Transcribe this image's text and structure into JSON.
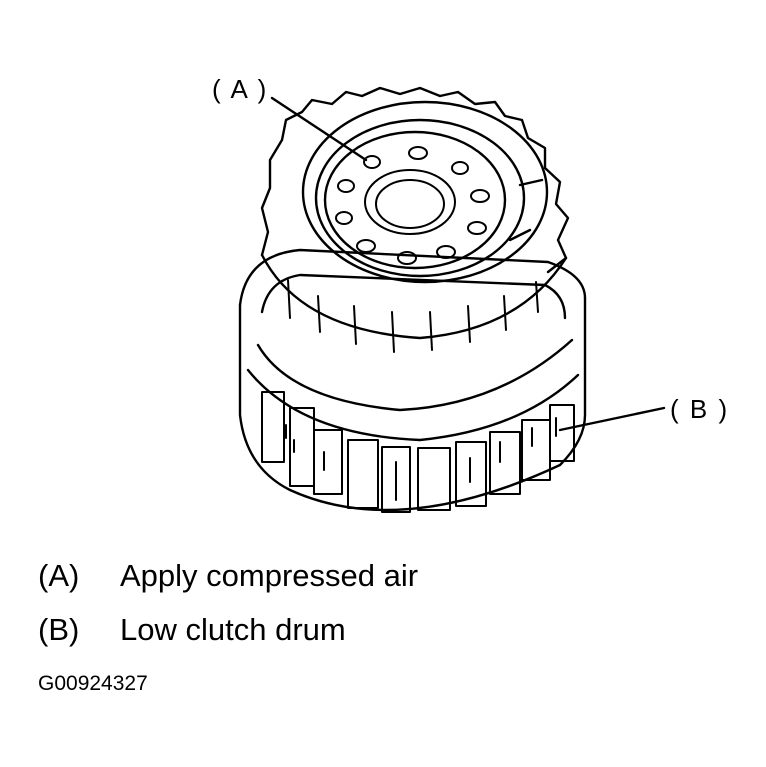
{
  "callouts": {
    "a": "( A )",
    "b": "( B )"
  },
  "legend": [
    {
      "key": "(A)",
      "text": "Apply compressed air"
    },
    {
      "key": "(B)",
      "text": "Low clutch drum"
    }
  ],
  "figure_id": "G00924327"
}
